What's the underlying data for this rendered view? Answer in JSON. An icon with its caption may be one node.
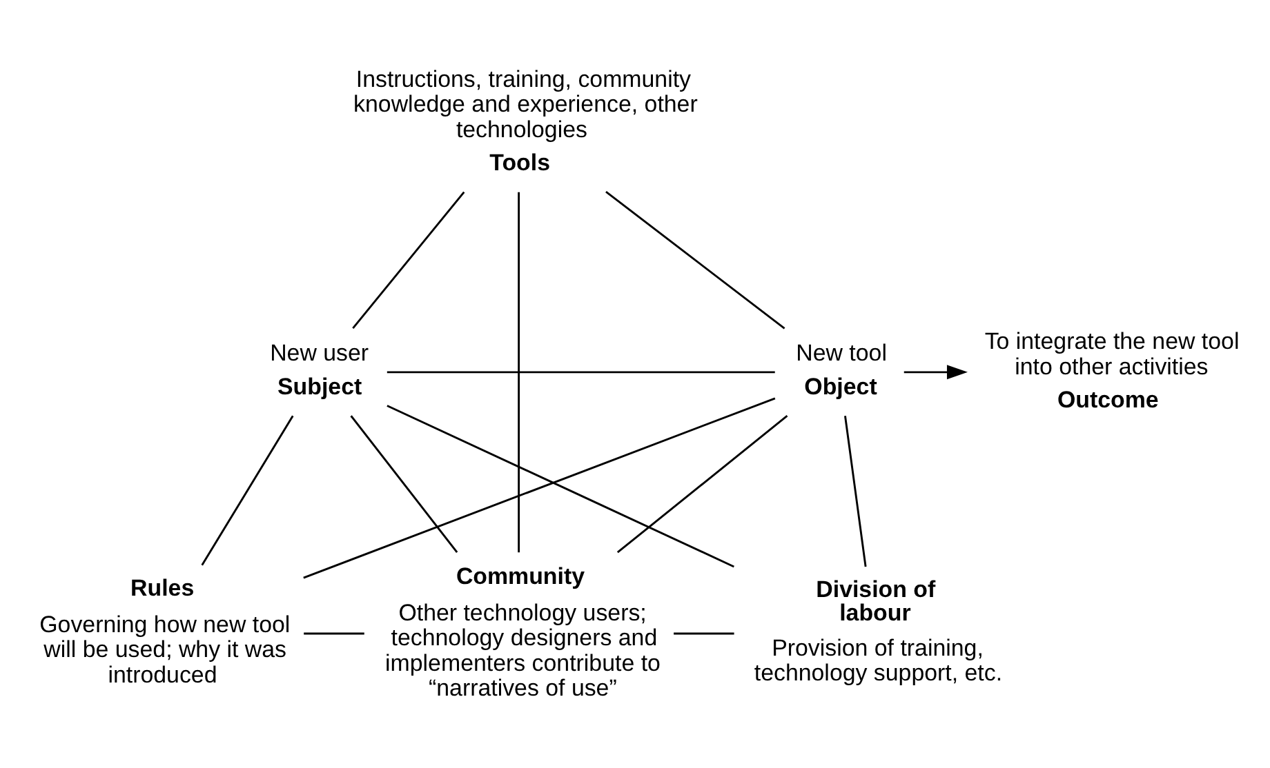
{
  "diagram": {
    "nodes": [
      {
        "text": [
          "Tools"
        ],
        "beside": [
          "Instructions, training, community knowledge and experience, other technologies"
        ]
      },
      {
        "text": [
          "Subject"
        ],
        "beside": [
          "New user"
        ]
      },
      {
        "text": [
          "Object"
        ],
        "beside": [
          "New tool"
        ]
      },
      {
        "text": [
          "Outcome"
        ],
        "beside": [
          "To integrate the new tool into other activities"
        ]
      },
      {
        "text": [
          "Rules"
        ],
        "beside": [
          "Governing how new tool will be used; why it was introduced"
        ]
      },
      {
        "text": [
          "Community"
        ],
        "beside": [
          "Other technology users; technology designers and implementers contribute to “narratives of use”"
        ]
      },
      {
        "text": [
          "Division of labour"
        ],
        "beside": [
          "Provision of training, technology support, etc."
        ]
      }
    ],
    "edges": [
      {
        "from": 0,
        "to": 1,
        "arrow": "none"
      },
      {
        "from": 0,
        "to": 2,
        "arrow": "none"
      },
      {
        "from": 0,
        "to": 5,
        "arrow": "none"
      },
      {
        "from": 1,
        "to": 2,
        "arrow": "none"
      },
      {
        "from": 2,
        "to": 3,
        "arrow": "to"
      },
      {
        "from": 1,
        "to": 4,
        "arrow": "none"
      },
      {
        "from": 1,
        "to": 5,
        "arrow": "none"
      },
      {
        "from": 1,
        "to": 6,
        "arrow": "none"
      },
      {
        "from": 2,
        "to": 4,
        "arrow": "none"
      },
      {
        "from": 2,
        "to": 5,
        "arrow": "none"
      },
      {
        "from": 2,
        "to": 6,
        "arrow": "none"
      },
      {
        "from": 4,
        "to": 5,
        "arrow": "none"
      },
      {
        "from": 5,
        "to": 6,
        "arrow": "none"
      }
    ]
  }
}
